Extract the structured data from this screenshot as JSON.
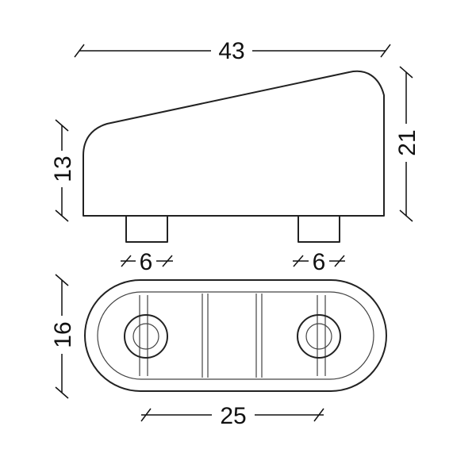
{
  "drawing": {
    "dimensions": {
      "overall_length": "43",
      "overall_height": "21",
      "front_height": "13",
      "peg_left_width": "6",
      "peg_right_width": "6",
      "base_width": "16",
      "hole_spacing": "25"
    },
    "colors": {
      "outline": "#222222",
      "dimension": "#111111",
      "background": "#ffffff"
    }
  }
}
